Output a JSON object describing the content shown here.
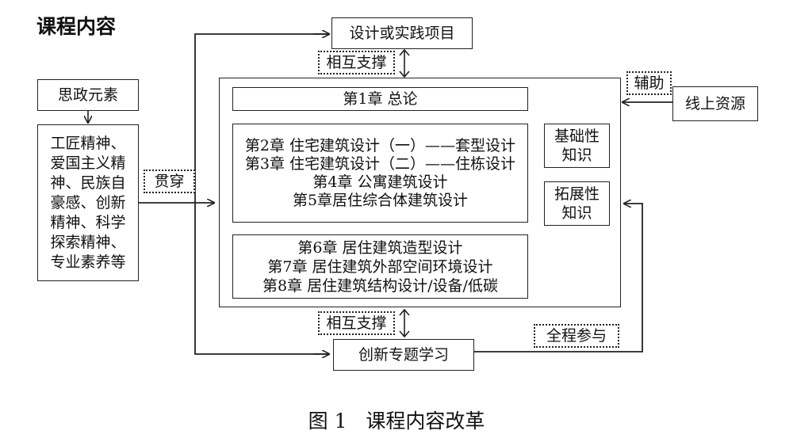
{
  "heading": "课程内容",
  "boxes": {
    "design_project": "设计或实践项目",
    "ideology": "思政元素",
    "ideology_content": [
      "工匠精神、",
      "爱国主义精",
      "神、民族自",
      "豪感、创新",
      "精神、科学",
      "探索精神、",
      "专业素养等"
    ],
    "chapter1": "第1章  总论",
    "chapters_2_5": [
      "第2章  住宅建筑设计（一）——套型设计",
      "第3章  住宅建筑设计（二）——住栋设计",
      "第4章  公寓建筑设计",
      "第5章居住综合体建筑设计"
    ],
    "basic_knowledge": [
      "基础性",
      "知识"
    ],
    "extended_knowledge": [
      "拓展性",
      "知识"
    ],
    "chapters_6_8": [
      "第6章  居住建筑造型设计",
      "第7章  居住建筑外部空间环境设计",
      "第8章  居住建筑结构设计/设备/低碳"
    ],
    "online_resources": "线上资源",
    "innovation_study": "创新专题学习"
  },
  "tags": {
    "mutual_support_top": "相互支撑",
    "mutual_support_bottom": "相互支撑",
    "run_through": "贯穿",
    "assist": "辅助",
    "full_participation": "全程参与"
  },
  "caption": "图 1   课程内容改革"
}
